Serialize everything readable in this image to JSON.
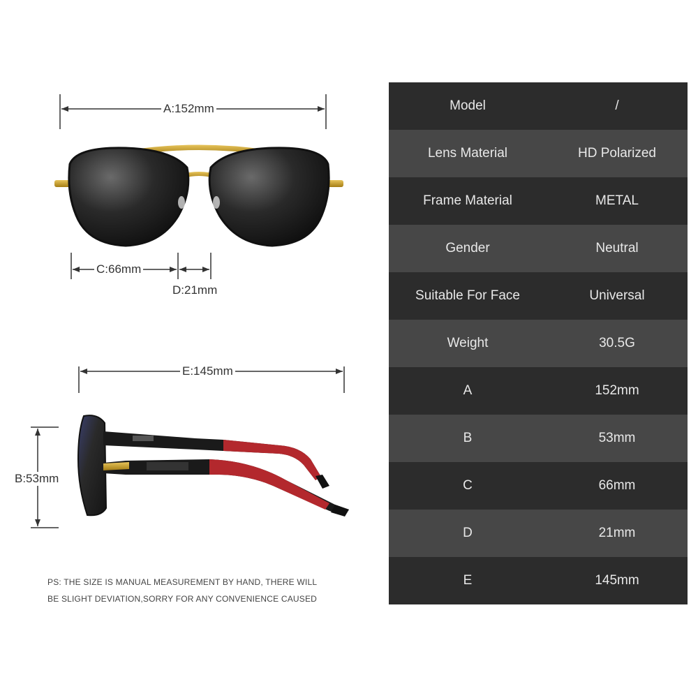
{
  "dimensions": {
    "a_label": "A:152mm",
    "b_label": "B:53mm",
    "c_label": "C:66mm",
    "d_label": "D:21mm",
    "e_label": "E:145mm"
  },
  "note": {
    "line1": "PS: THE SIZE IS MANUAL MEASUREMENT BY HAND, THERE WILL",
    "line2": "BE SLIGHT DEVIATION,SORRY FOR ANY CONVENIENCE CAUSED"
  },
  "specs": [
    {
      "label": "Model",
      "value": "/"
    },
    {
      "label": "Lens Material",
      "value": "HD Polarized"
    },
    {
      "label": "Frame Material",
      "value": "METAL"
    },
    {
      "label": "Gender",
      "value": "Neutral"
    },
    {
      "label": "Suitable For Face",
      "value": "Universal"
    },
    {
      "label": "Weight",
      "value": "30.5G"
    },
    {
      "label": "A",
      "value": "152mm"
    },
    {
      "label": "B",
      "value": "53mm"
    },
    {
      "label": "C",
      "value": "66mm"
    },
    {
      "label": "D",
      "value": "21mm"
    },
    {
      "label": "E",
      "value": "145mm"
    }
  ],
  "colors": {
    "frame_gold": "#c9a227",
    "temple_red": "#b3282d",
    "table_dark": "#2c2c2c",
    "table_light": "#474747"
  }
}
